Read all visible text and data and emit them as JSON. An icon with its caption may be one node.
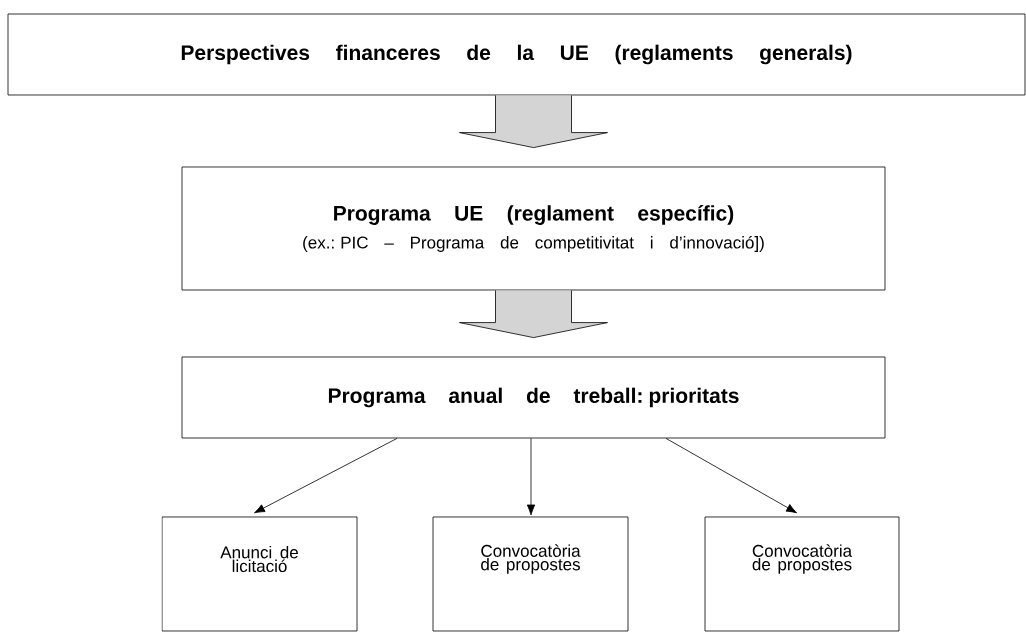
{
  "diagram": {
    "nodes": [
      {
        "text": [
          "Perspectives financeres de la UE (reglaments generals)"
        ]
      },
      {
        "text": [
          "Programa UE (reglament específic)",
          "(ex.: PIC – Programa de competitivitat i d’innovació])"
        ]
      },
      {
        "text": [
          "Programa anual de treball: prioritats"
        ]
      },
      {
        "text": [
          "Anunci de licitació"
        ]
      },
      {
        "text": [
          "Convocatòria de propostes"
        ]
      },
      {
        "text": [
          "Convocatòria de propostes"
        ]
      }
    ],
    "edges": [
      {
        "from": 0,
        "to": 1,
        "arrow": "to",
        "style": "thick"
      },
      {
        "from": 1,
        "to": 2,
        "arrow": "to",
        "style": "thick"
      },
      {
        "from": 2,
        "to": 3,
        "arrow": "to"
      },
      {
        "from": 2,
        "to": 4,
        "arrow": "to"
      },
      {
        "from": 2,
        "to": 5,
        "arrow": "to"
      }
    ]
  }
}
